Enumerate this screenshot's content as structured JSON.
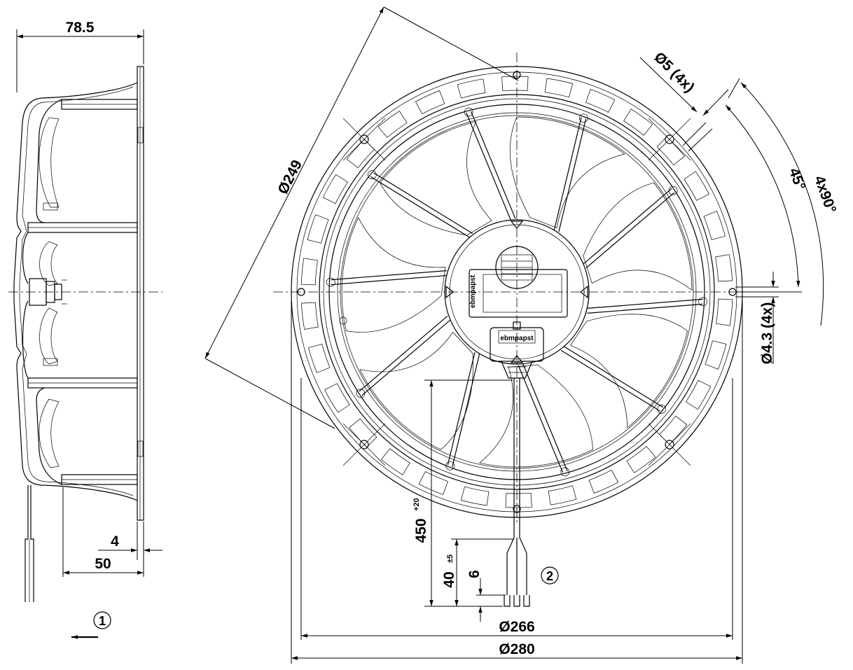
{
  "dimensions": {
    "depth_total": "78.5",
    "depth_flange": "4",
    "depth_50": "50",
    "view_direction_marker": "1",
    "diameter_249": "Ø249",
    "hole_diameter": "Ø5 (4x)",
    "angle_45": "45°",
    "angle_4x90": "4x90°",
    "hole_43": "Ø4.3 (4x)",
    "cable_length": "450",
    "cable_length_tol": "+20",
    "lead_strip": "40",
    "lead_strip_tol": "±5",
    "wire_strip": "6",
    "cable_marker": "2",
    "diameter_266": "Ø266",
    "diameter_280": "Ø280"
  },
  "label": {
    "brand": "ebmpapst"
  },
  "colors": {
    "line": "#000000",
    "background": "#ffffff"
  }
}
